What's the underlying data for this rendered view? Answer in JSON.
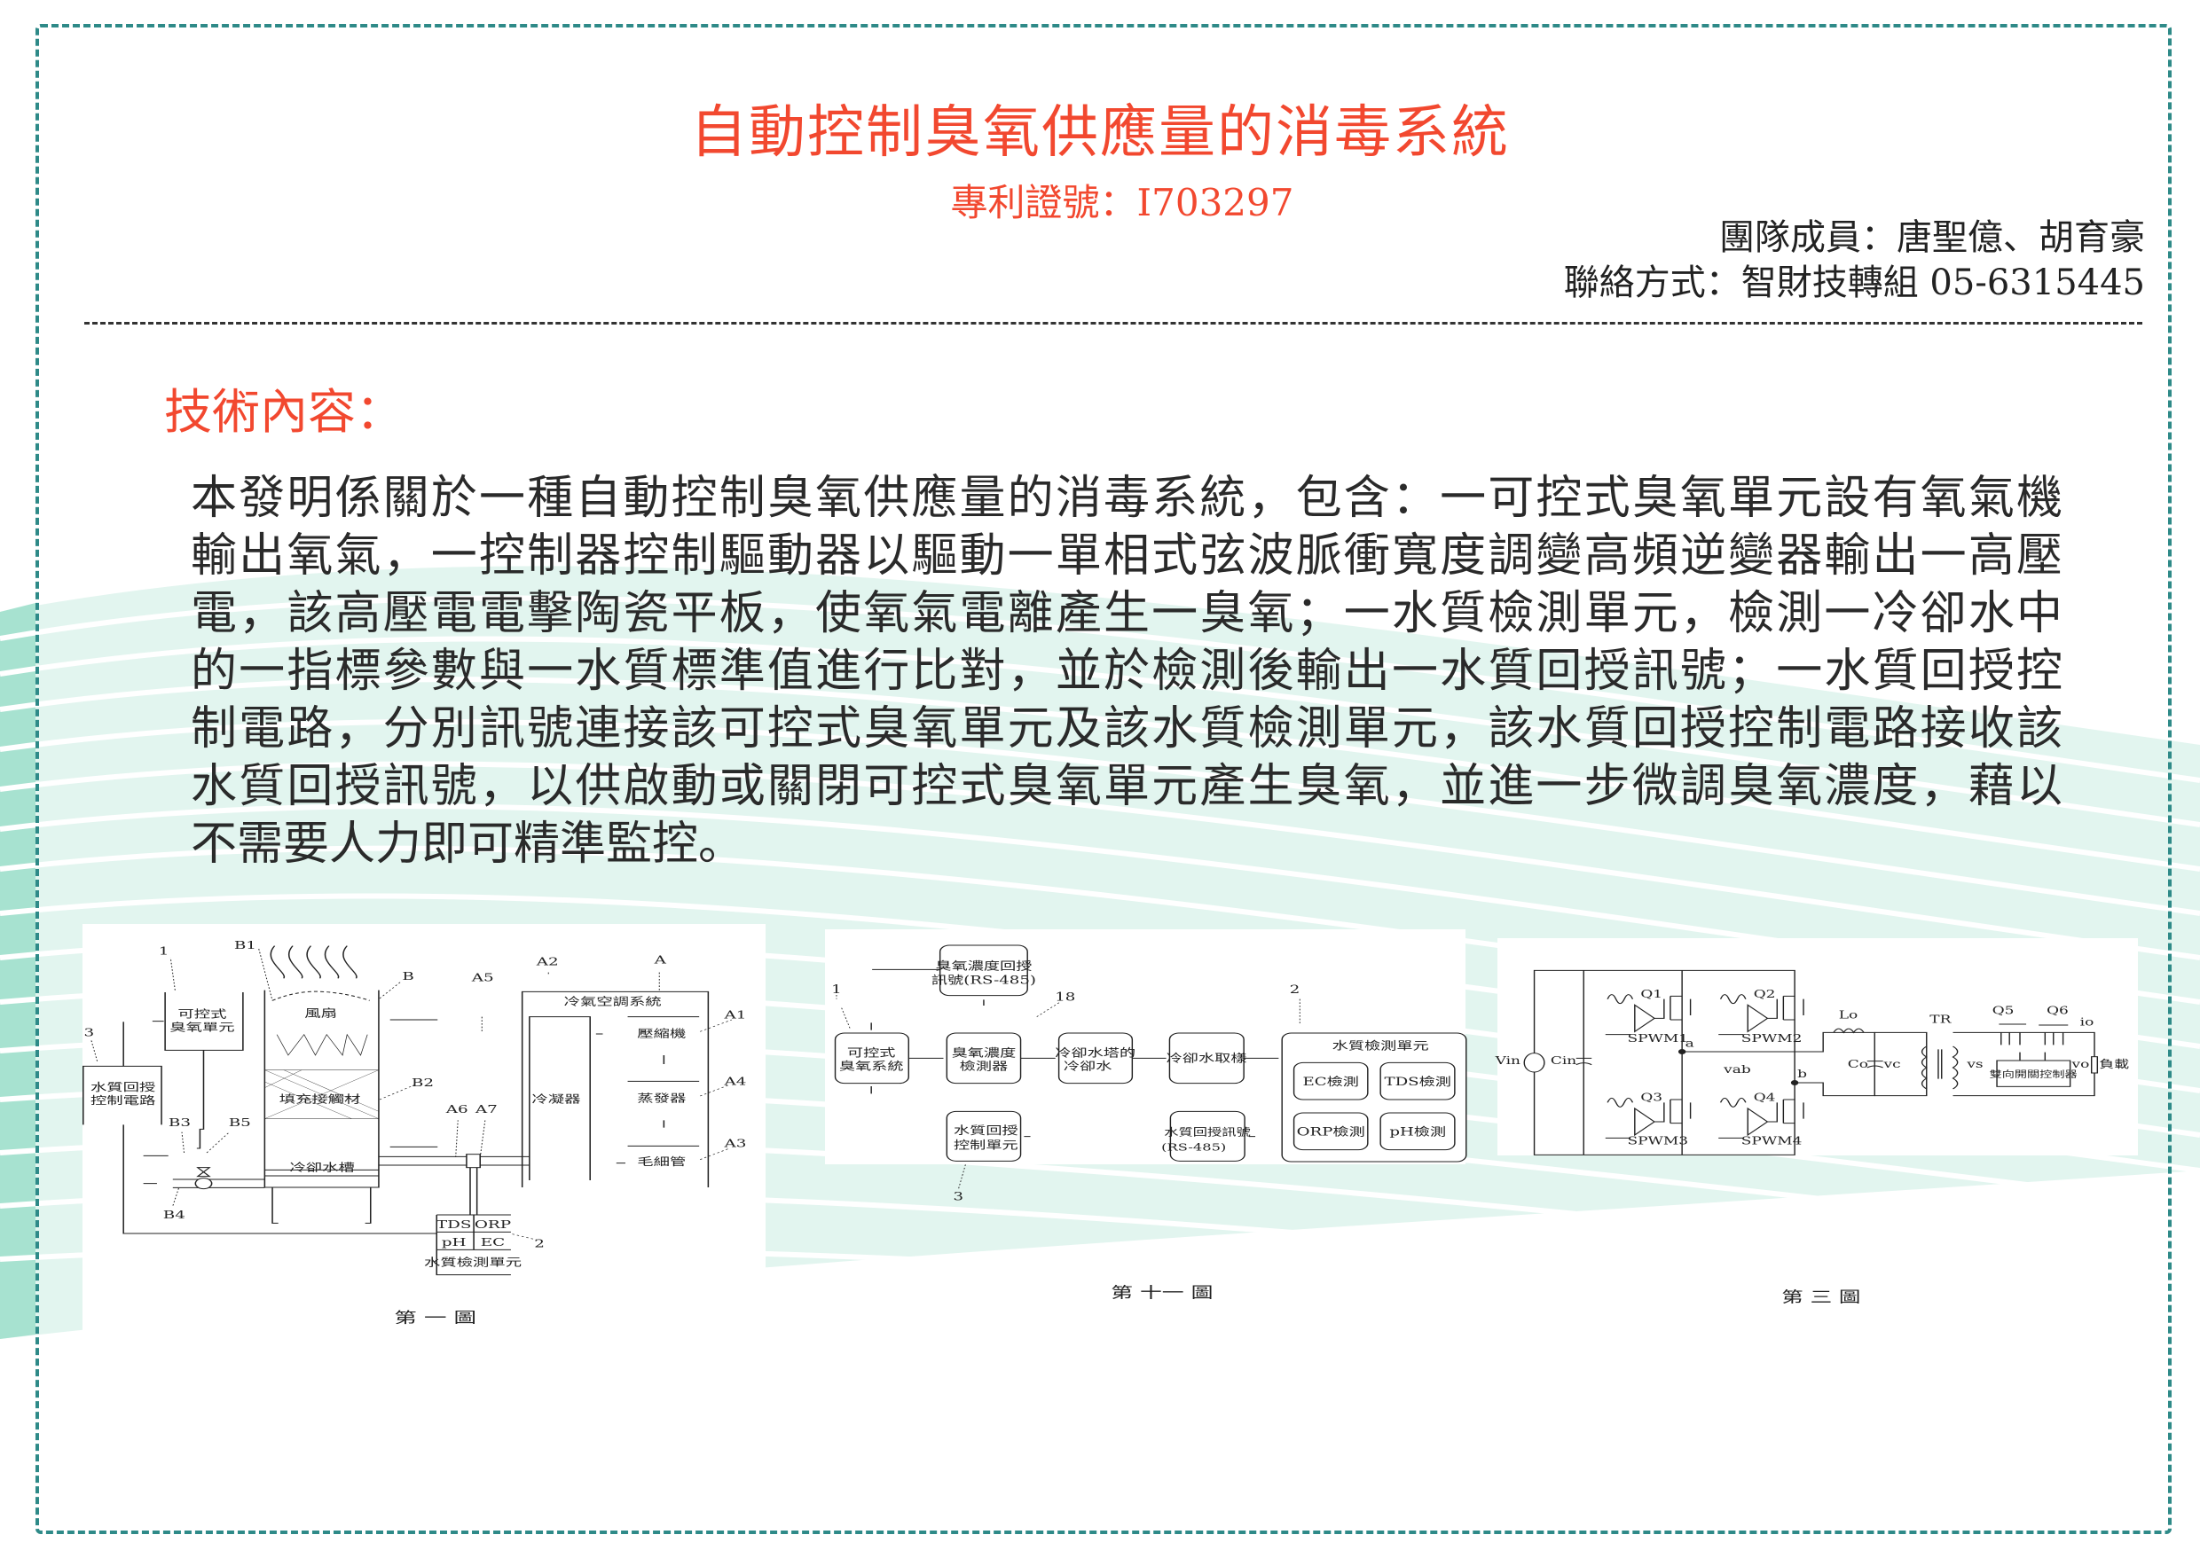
{
  "header": {
    "title": "自動控制臭氧供應量的消毒系統",
    "patent": "專利證號：I703297",
    "team": "團隊成員：唐聖億、胡育豪",
    "contact": "聯絡方式：智財技轉組 05-6315445"
  },
  "section": {
    "heading": "技術內容：",
    "lines": [
      "本發明係關於一種自動控制臭氧供應量的消毒系統，包含：一可控式臭氧單元設有氧氣機",
      "輸出氧氣，一控制器控制驅動器以驅動一單相式弦波脈衝寬度調變高頻逆變器輸出一高壓",
      "電，該高壓電電擊陶瓷平板，使氧氣電離產生一臭氧；一水質檢測單元，檢測一冷卻水中",
      "的一指標參數與一水質標準值進行比對，並於檢測後輸出一水質回授訊號；一水質回授控",
      "制電路，分別訊號連接該可控式臭氧單元及該水質檢測單元，該水質回授控制電路接收該",
      "水質回授訊號，以供啟動或關閉可控式臭氧單元產生臭氧，並進一步微調臭氧濃度，藉以",
      "不需要人力即可精準監控。"
    ]
  },
  "figures": {
    "fig1": {
      "caption": "第 一 圖",
      "labels": [
        "1",
        "B1",
        "B",
        "A5",
        "A2",
        "A",
        "A1",
        "3",
        "可控式",
        "臭氧單元",
        "風扇",
        "冷氣空調系統",
        "壓縮機",
        "水質回授",
        "控制電路",
        "填充接觸材",
        "B2",
        "冷凝器",
        "蒸發器",
        "A4",
        "B3",
        "B5",
        "A6",
        "A7",
        "A3",
        "毛細管",
        "冷卻水槽",
        "B4",
        "TDS",
        "ORP",
        "pH",
        "EC",
        "水質檢測單元",
        "2"
      ]
    },
    "fig11": {
      "caption": "第 十一 圖",
      "labels": [
        "臭氧濃度回授",
        "訊號(RS-485)",
        "可控式",
        "臭氧系統",
        "臭氧濃度",
        "檢測器",
        "冷卻水塔的",
        "冷卻水",
        "冷卻水取樣",
        "水質檢測單元",
        "EC檢測",
        "TDS檢測",
        "ORP檢測",
        "pH檢測",
        "水質回授",
        "控制單元",
        "水質回授訊號",
        "(RS-485)",
        "1",
        "18",
        "2",
        "3"
      ]
    },
    "fig3": {
      "caption": "第 三 圖",
      "labels": [
        "Vin",
        "Cin",
        "Q1",
        "Q2",
        "Q3",
        "Q4",
        "SPWM1",
        "SPWM2",
        "SPWM3",
        "SPWM4",
        "a",
        "b",
        "vab",
        "Lo",
        "TR",
        "Co",
        "vc",
        "vs",
        "Q5",
        "Q6",
        "io",
        "vo",
        "負載",
        "雙向開關控制器"
      ]
    }
  },
  "colors": {
    "accent": "#f2482f",
    "border": "#2e8a88",
    "wave": "#e2f5ef",
    "wave_dark": "#a7e2d0",
    "text": "#2a2a2a"
  }
}
